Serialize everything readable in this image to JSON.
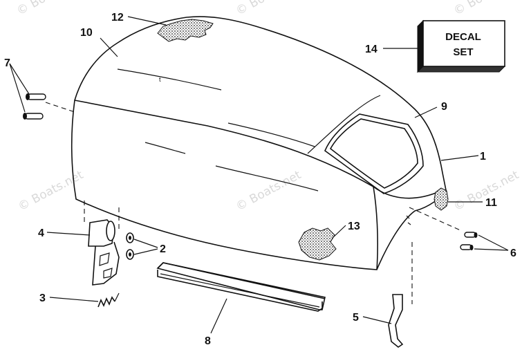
{
  "watermark": "© Boats.net",
  "decal_box": {
    "line1": "DECAL",
    "line2": "SET"
  },
  "callouts": {
    "c1": "1",
    "c2": "2",
    "c3": "3",
    "c4": "4",
    "c5": "5",
    "c6": "6",
    "c7": "7",
    "c8": "8",
    "c9": "9",
    "c10": "10",
    "c11": "11",
    "c12": "12",
    "c13": "13",
    "c14": "14"
  }
}
